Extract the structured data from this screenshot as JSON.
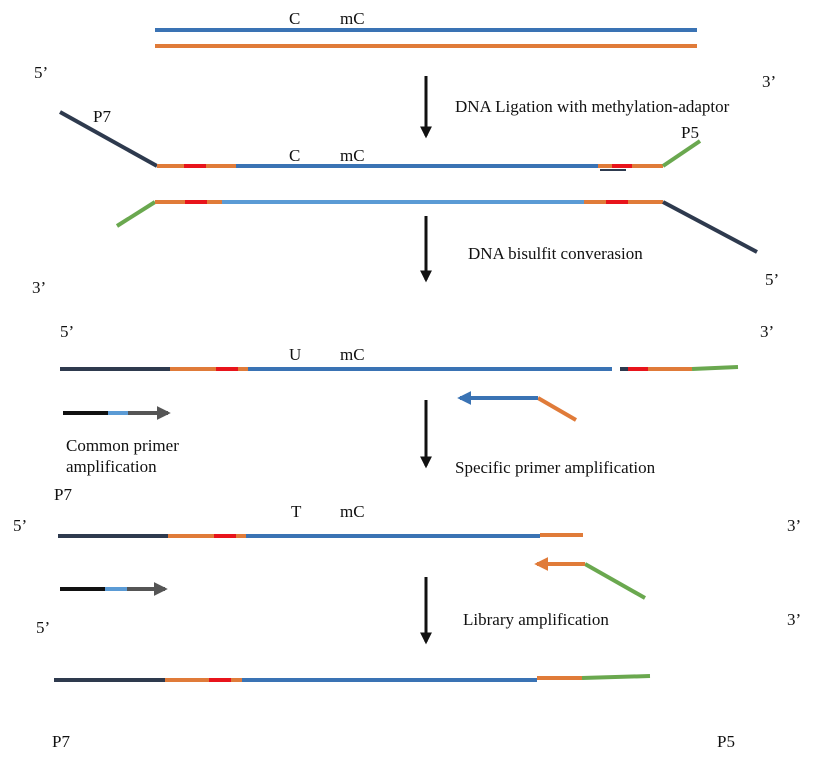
{
  "colors": {
    "blue": "#3A73B4",
    "light_blue": "#5B9BD5",
    "orange": "#E07B39",
    "red": "#E8141B",
    "dark": "#2E3A4E",
    "green": "#6AA84F",
    "black": "#111111",
    "gray": "#555555"
  },
  "step0": {
    "base_c": "C",
    "base_mc": "mC"
  },
  "step1": {
    "five_prime_top": "5’",
    "three_prime_top": "3’",
    "arrow_label": "DNA Ligation with methylation-adaptor",
    "p7": "P7",
    "p5": "P5",
    "base_c": "C",
    "base_mc": "mC"
  },
  "step2": {
    "arrow_label": "DNA bisulfit converasion",
    "three_prime_bottom": "3’",
    "five_prime_bottom": "5’"
  },
  "step3": {
    "five_prime": "5’",
    "three_prime": "3’",
    "base_u": "U",
    "base_mc": "mC",
    "common_primer_line1": "Common primer",
    "common_primer_line2": "amplification",
    "arrow_label": "Specific primer amplification"
  },
  "step4": {
    "p7": "P7",
    "five_prime": "5’",
    "three_prime": "3’",
    "base_t": "T",
    "base_mc": "mC",
    "five_prime_lower": "5’",
    "three_prime_lower": "3’",
    "arrow_label": "Library amplification"
  },
  "step5": {
    "p7": "P7",
    "p5": "P5"
  }
}
